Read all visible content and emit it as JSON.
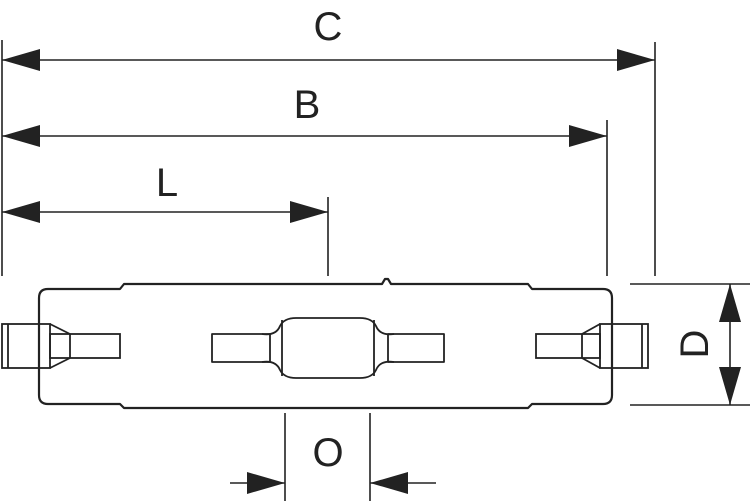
{
  "dimensions": {
    "C": "C",
    "B": "B",
    "L": "L",
    "D": "D",
    "O": "O"
  },
  "colors": {
    "line": "#222222",
    "background": "#ffffff"
  }
}
